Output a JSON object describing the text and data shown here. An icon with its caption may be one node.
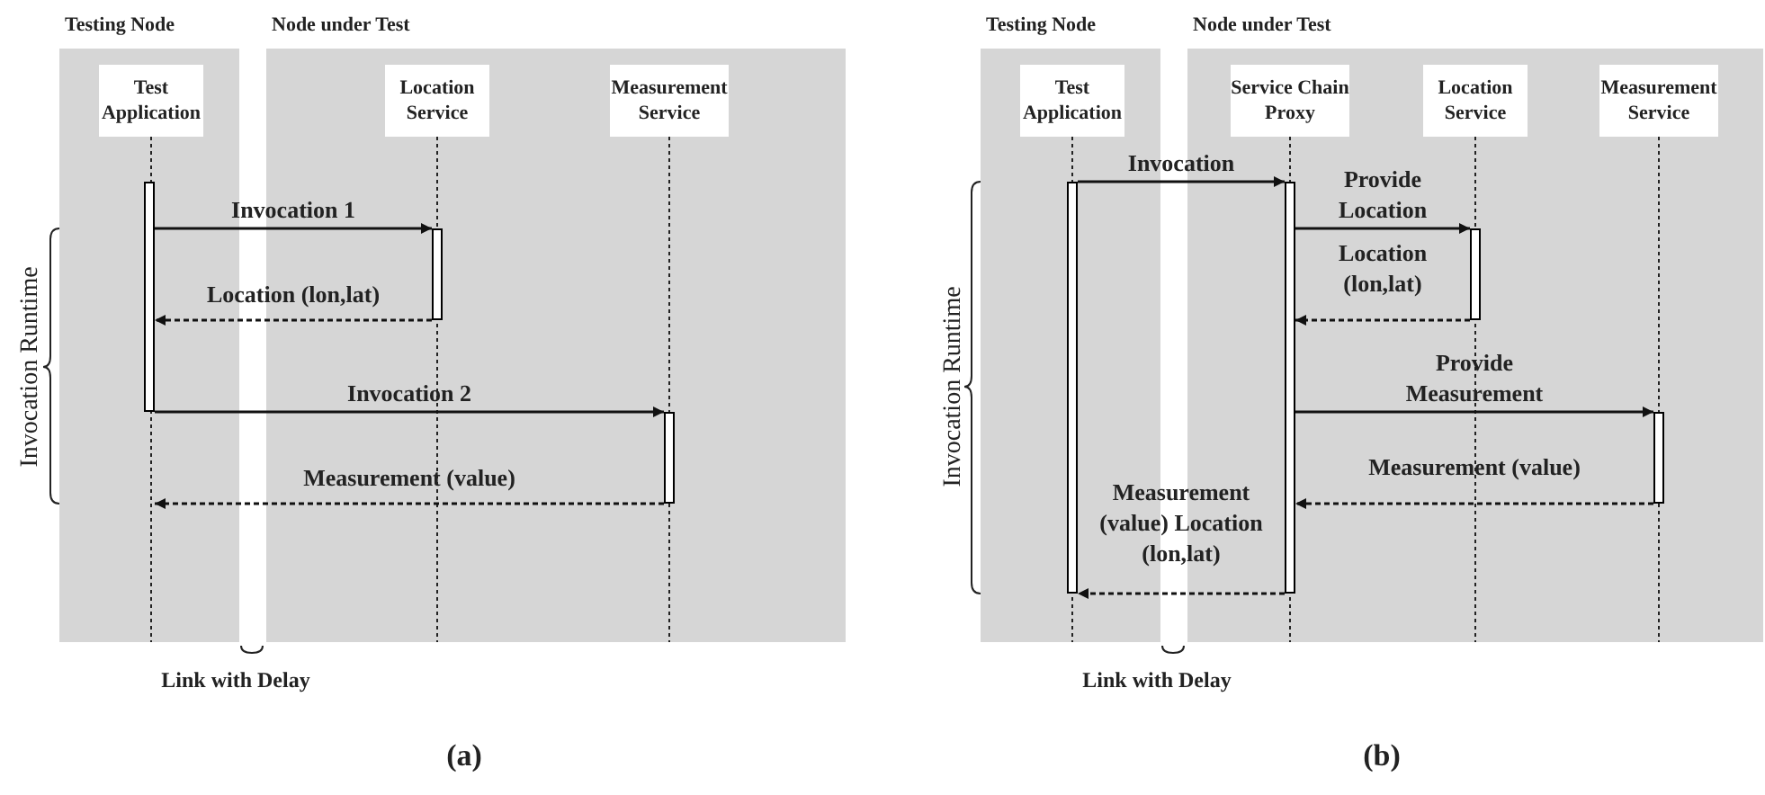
{
  "diagram": {
    "nodes": [
      {
        "text": [
          "Testing Node"
        ]
      },
      {
        "text": [
          "Node under Test"
        ]
      },
      {
        "text": [
          "Test Application"
        ],
        "in": 0
      },
      {
        "text": [
          "Location Service"
        ],
        "in": 1
      },
      {
        "text": [
          "Measurement Service"
        ],
        "in": 1
      },
      {
        "text": [],
        "shape": "bar",
        "in": 0
      },
      {
        "text": [],
        "shape": "bar",
        "in": 1
      },
      {
        "text": [],
        "shape": "bar",
        "in": 1
      },
      {
        "text": [
          "Testing Node"
        ]
      },
      {
        "text": [
          "Node under Test"
        ]
      },
      {
        "text": [
          "Test Application"
        ],
        "in": 8
      },
      {
        "text": [
          "Service Chain Proxy"
        ],
        "in": 9
      },
      {
        "text": [
          "Location Service"
        ],
        "in": 9
      },
      {
        "text": [
          "Measurement Service"
        ],
        "in": 9
      },
      {
        "text": [],
        "shape": "bar",
        "in": 8
      },
      {
        "text": [],
        "shape": "bar",
        "in": 9
      },
      {
        "text": [],
        "shape": "bar",
        "in": 9
      },
      {
        "text": [],
        "shape": "bar",
        "in": 9
      }
    ],
    "edges": [
      {
        "from": 5,
        "to": 6,
        "arrow": "to",
        "label": "Invocation 1"
      },
      {
        "from": 6,
        "to": 5,
        "arrow": "to",
        "label": "Location (lon,lat)",
        "style": "dashed"
      },
      {
        "from": 5,
        "to": 7,
        "arrow": "to",
        "label": "Invocation 2"
      },
      {
        "from": 7,
        "to": null,
        "arrow": "to",
        "label": "Measurement (value)",
        "style": "dashed"
      },
      {
        "from": 14,
        "to": 15,
        "arrow": "to",
        "label": "Invocation"
      },
      {
        "from": 15,
        "to": 16,
        "arrow": "to",
        "label": "Provide Location"
      },
      {
        "from": 16,
        "to": 15,
        "arrow": "to",
        "label": "Location (lon,lat)",
        "style": "dashed"
      },
      {
        "from": 15,
        "to": 17,
        "arrow": "to",
        "label": "Provide Measurement"
      },
      {
        "from": 17,
        "to": 15,
        "arrow": "to",
        "label": "Measurement (value)",
        "style": "dashed"
      },
      {
        "from": 15,
        "to": 14,
        "arrow": "to",
        "label": "Measurement (value) Location (lon,lat)",
        "style": "dashed"
      }
    ],
    "labels": [
      "Invocation Runtime",
      "Link with Delay",
      "(a)",
      "Invocation Runtime",
      "Link with Delay",
      "(b)"
    ]
  }
}
